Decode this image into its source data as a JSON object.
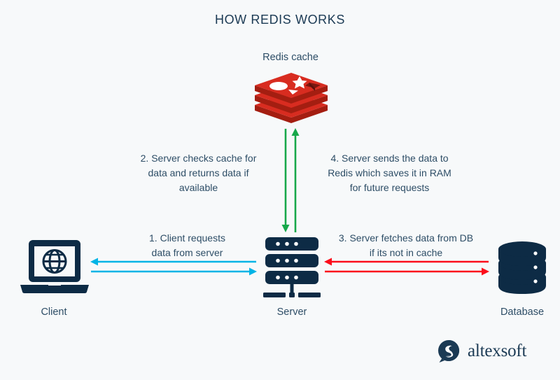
{
  "page": {
    "title": "HOW REDIS WORKS",
    "background_color": "#f7f9fa",
    "text_color": "#2d4d66",
    "title_color": "#1b3a54"
  },
  "nodes": {
    "cache": {
      "label": "Redis cache",
      "icon": "redis-stack-logo",
      "color": "#d82c20"
    },
    "client": {
      "label": "Client",
      "icon": "laptop-globe-icon",
      "color": "#0d2b45"
    },
    "server": {
      "label": "Server",
      "icon": "server-rack-icon",
      "color": "#0d2b45"
    },
    "database": {
      "label": "Database",
      "icon": "database-cylinder-icon",
      "color": "#0d2b45"
    }
  },
  "steps": [
    {
      "number": "1.",
      "text": "1. Client requests\ndata from server",
      "from": "client",
      "to": "server",
      "arrow_color": "#00b4e6"
    },
    {
      "number": "2.",
      "text": "2. Server checks cache for\ndata and returns data if\navailable",
      "from": "server",
      "to": "cache",
      "arrow_color": "#17a84a"
    },
    {
      "number": "3.",
      "text": "3. Server fetches data from DB\nif its not in cache",
      "from": "server",
      "to": "database",
      "arrow_color": "#fc0d1b"
    },
    {
      "number": "4.",
      "text": "4. Server sends the data to\nRedis which saves it in RAM\nfor future requests",
      "from": "server",
      "to": "cache",
      "arrow_color": "#17a84a"
    }
  ],
  "arrow_colors": {
    "cyan": "#00b4e6",
    "red": "#fc0d1b",
    "green": "#17a84a"
  },
  "brand": {
    "name": "altexsoft",
    "mark": "speech-bubble-s-logo",
    "color": "#1b3a54"
  }
}
